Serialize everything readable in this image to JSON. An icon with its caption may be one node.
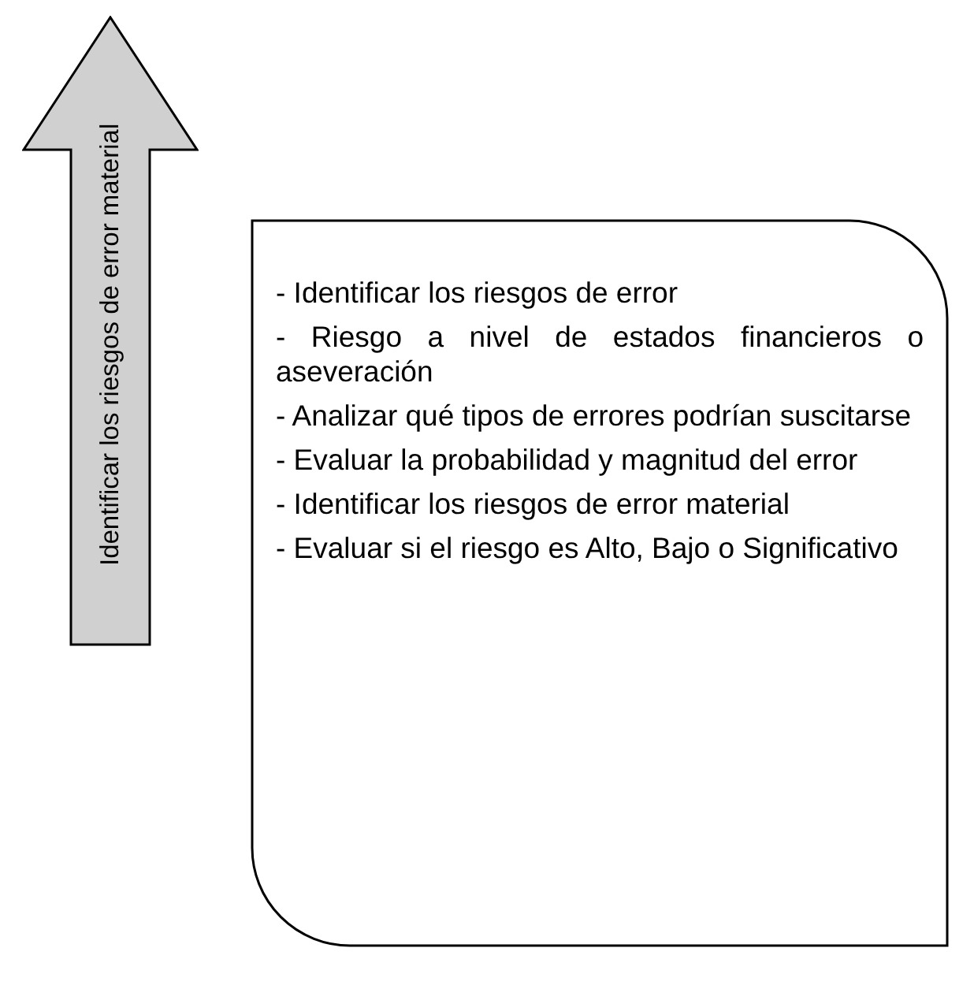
{
  "diagram": {
    "nodes": [
      {
        "text": [
          "Identificar los riesgos de error material"
        ]
      },
      {
        "text": [
          "- Identificar los riesgos de error",
          "- Riesgo a nivel de estados financieros o aseveración",
          "- Analizar qué tipos de errores podrían suscitarse",
          "- Evaluar la probabilidad y magnitud del error",
          "- Identificar los riesgos de error material",
          "- Evaluar si el riesgo es Alto, Bajo o Significativo"
        ]
      }
    ]
  }
}
